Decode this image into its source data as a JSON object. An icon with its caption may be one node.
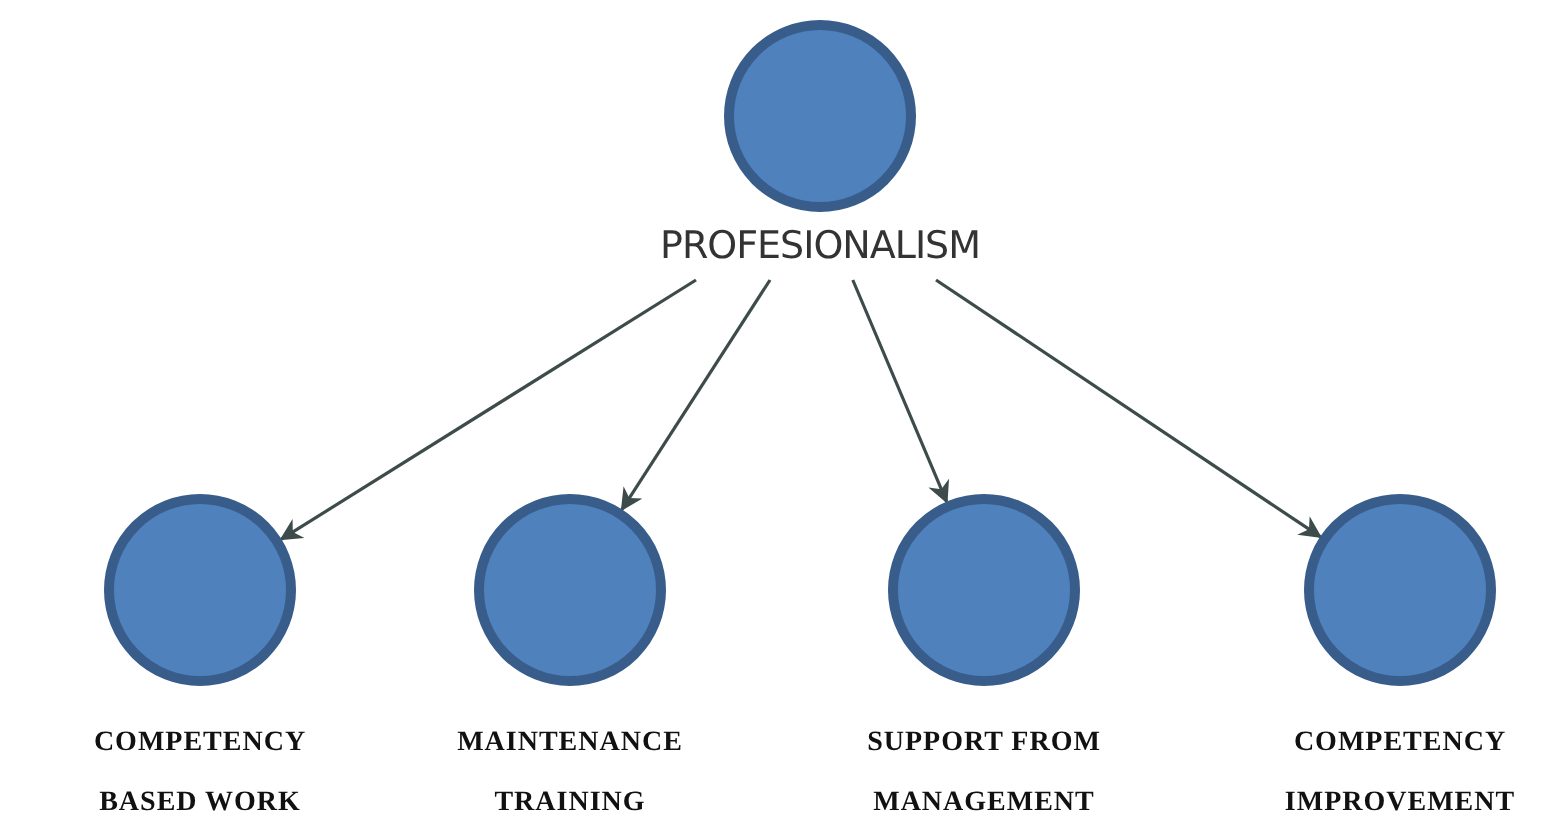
{
  "diagram": {
    "nodes": [
      {
        "text": [
          "PROFESIONALISM"
        ]
      },
      {
        "text": [
          "COMPETENCY BASED WORK"
        ]
      },
      {
        "text": [
          "MAINTENANCE TRAINING"
        ]
      },
      {
        "text": [
          "SUPPORT FROM MANAGEMENT"
        ]
      },
      {
        "text": [
          "COMPETENCY IMPROVEMENT"
        ]
      }
    ],
    "edges": [
      {
        "from": 0,
        "to": 1,
        "arrow": "to"
      },
      {
        "from": 0,
        "to": 2,
        "arrow": "to"
      },
      {
        "from": 0,
        "to": 3,
        "arrow": "to"
      },
      {
        "from": 0,
        "to": 4,
        "arrow": "to"
      }
    ]
  }
}
